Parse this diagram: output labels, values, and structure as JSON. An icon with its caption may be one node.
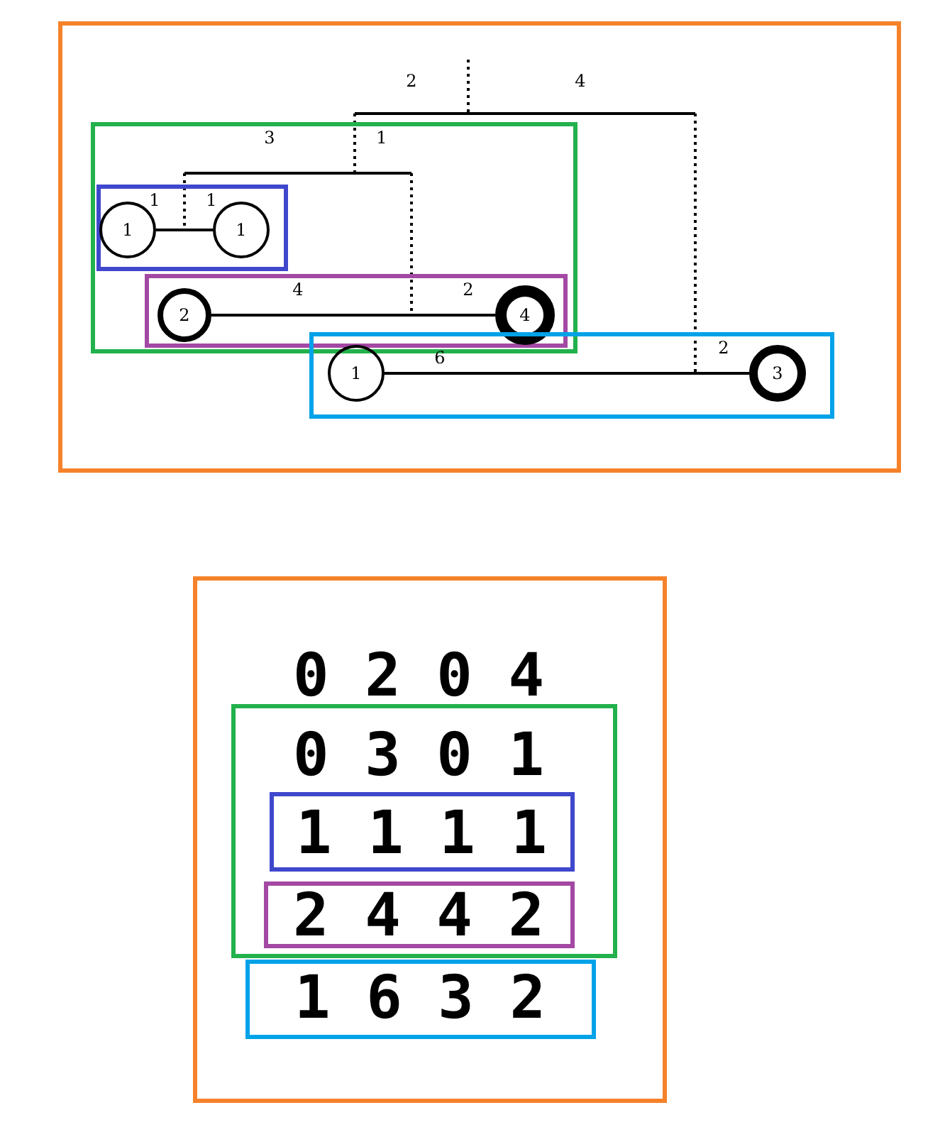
{
  "diagram": {
    "nodes": [
      {
        "text": [
          "2",
          "4"
        ]
      },
      {
        "text": [
          "3",
          "1"
        ],
        "in": 0
      },
      {
        "text": [
          "1",
          "1"
        ],
        "in": 1
      },
      {
        "text": [
          "1"
        ],
        "in": 2
      },
      {
        "text": [
          "1"
        ],
        "in": 2
      },
      {
        "text": [
          "4",
          "2"
        ],
        "in": 1
      },
      {
        "text": [
          "2"
        ],
        "in": 5
      },
      {
        "text": [
          "4"
        ],
        "in": 5
      },
      {
        "text": [
          "6",
          "2"
        ],
        "in": 0
      },
      {
        "text": [
          "1"
        ],
        "in": 8
      },
      {
        "text": [
          "3"
        ],
        "in": 8
      },
      {
        "text": [
          "0 2 0 4"
        ]
      },
      {
        "text": [
          "0 3 0 1"
        ],
        "in": 11
      },
      {
        "text": [
          "1 1 1 1"
        ],
        "in": 12
      },
      {
        "text": [
          "2 4 4 2"
        ],
        "in": 12
      },
      {
        "text": [
          "1 6 3 2"
        ],
        "in": 11
      }
    ],
    "edges": [
      {
        "from": 3,
        "to": 4,
        "arrow": "none"
      },
      {
        "from": 6,
        "to": 7,
        "arrow": "none"
      },
      {
        "from": 9,
        "to": 10,
        "arrow": "none"
      }
    ]
  }
}
